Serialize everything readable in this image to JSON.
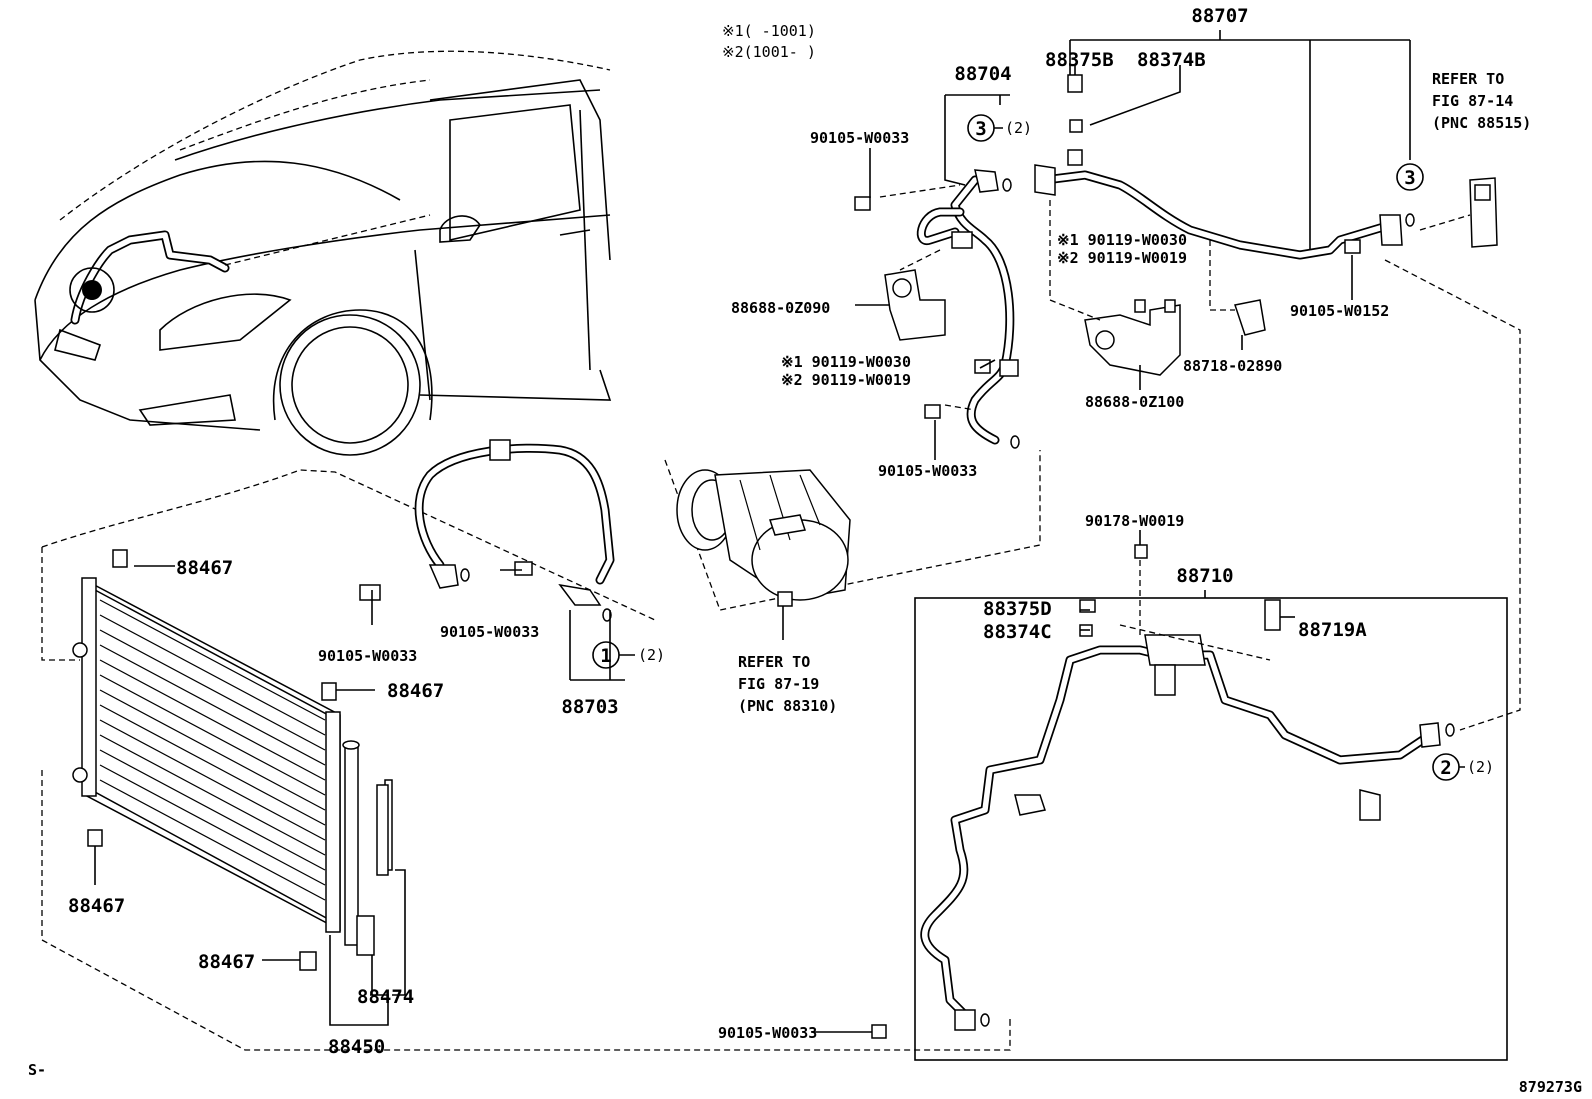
{
  "notes": {
    "n1": "※1(    -1001)",
    "n2": "※2(1001-    )",
    "sheet_code": "879273G",
    "corner_mark": "S-"
  },
  "labels": {
    "p88707": "88707",
    "p88375B": "88375B",
    "p88374B": "88374B",
    "p88704": "88704",
    "refer_87_14_a": "REFER TO",
    "refer_87_14_b": "FIG 87-14",
    "refer_87_14_c": "(PNC 88515)",
    "bolt_top": "90105-W0033",
    "p88688_0z090": "88688-0Z090",
    "ast1_w0030_a": "※1 90119-W0030",
    "ast2_w0019_a": "※2 90119-W0019",
    "ast1_w0030_b": "※1 90119-W0030",
    "ast2_w0019_b": "※2 90119-W0019",
    "bolt_w0152": "90105-W0152",
    "p88718": "88718-02890",
    "p88688_0z100": "88688-0Z100",
    "bolt_mid": "90105-W0033",
    "p90178": "90178-W0019",
    "p88710": "88710",
    "p88375D": "88375D",
    "p88374C": "88374C",
    "p88719A": "88719A",
    "p88467_a": "88467",
    "p88467_b": "88467",
    "p88467_c": "88467",
    "p88467_d": "88467",
    "bolt_left": "90105-W0033",
    "bolt_hose": "90105-W0033",
    "p88703": "88703",
    "refer_87_19_a": "REFER TO",
    "refer_87_19_b": "FIG 87-19",
    "refer_87_19_c": "(PNC 88310)",
    "p88474": "88474",
    "p88450": "88450",
    "bolt_bottom": "90105-W0033",
    "circle1": "1",
    "circle2": "2",
    "circle3a": "3",
    "circle3b": "3",
    "qty1": "(2)",
    "qty2": "(2)",
    "qty3": "(2)"
  }
}
